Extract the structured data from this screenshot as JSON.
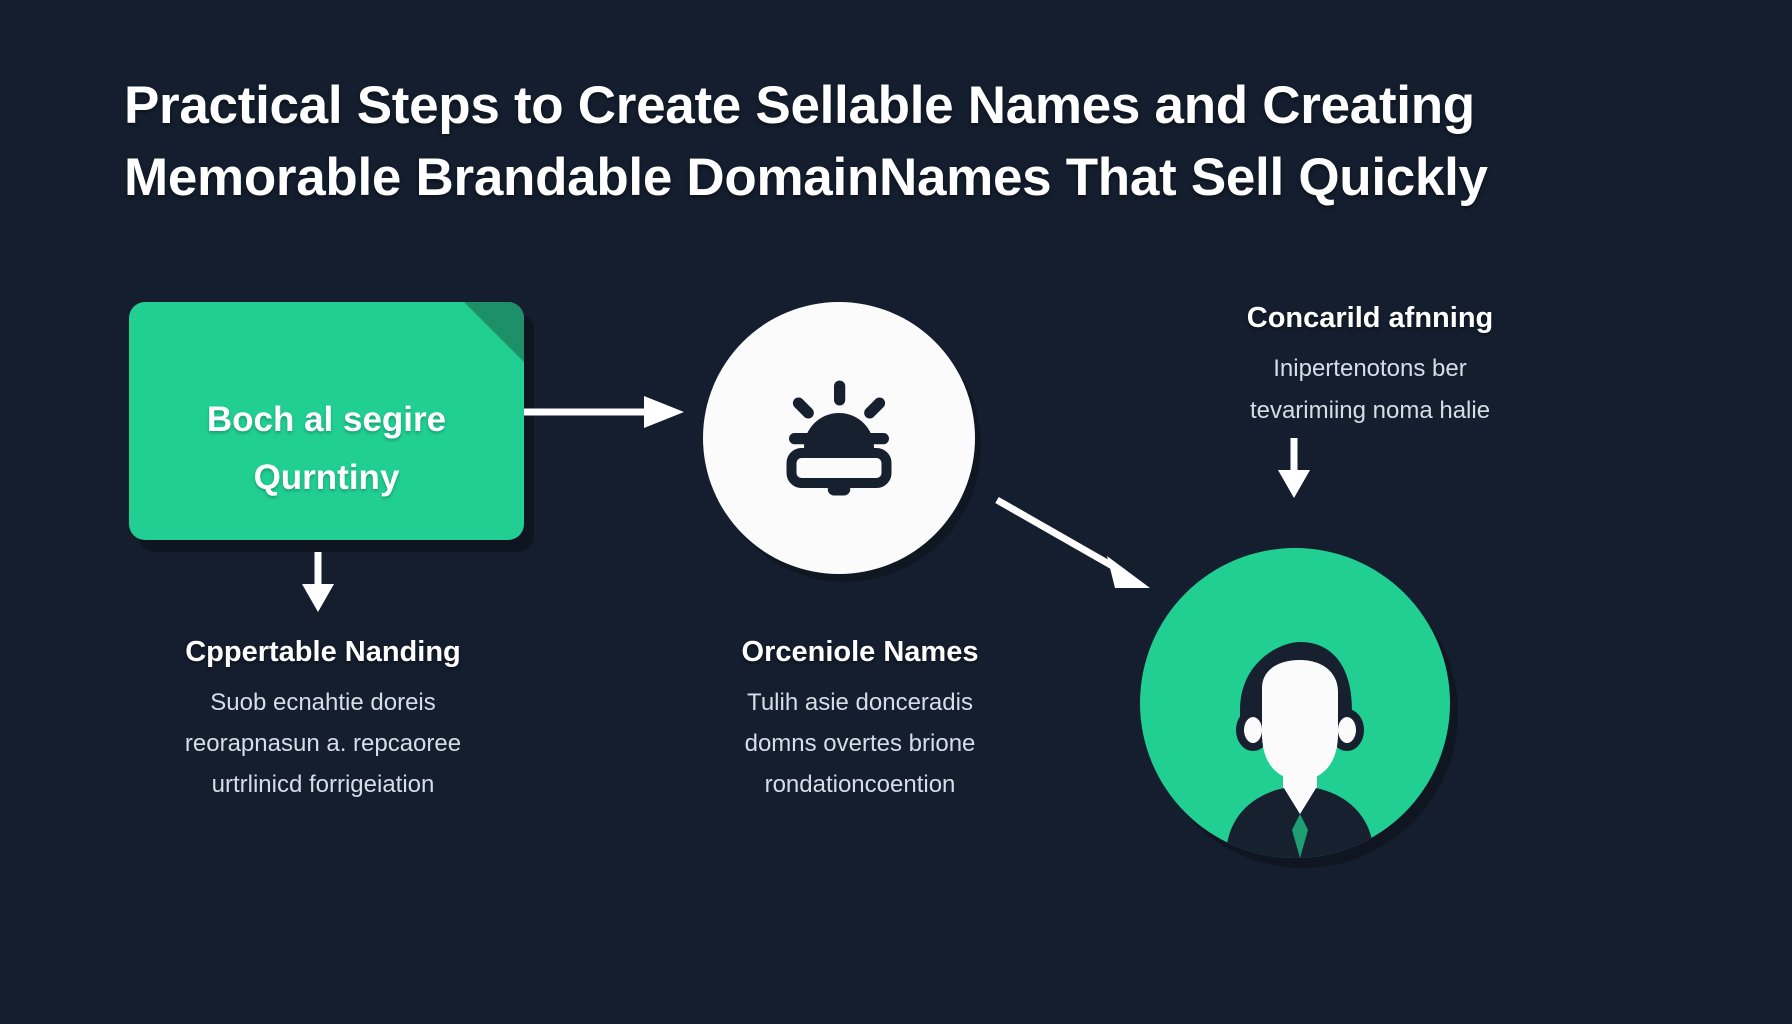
{
  "theme": {
    "background": "#141e2e",
    "accent_green": "#21cf93",
    "accent_green_dark": "#1d8f69",
    "text_primary": "#ffffff",
    "text_secondary": "#d7dde6"
  },
  "title": {
    "line1": "Practical Steps to Create Sellable Names and Creating",
    "line2": "Memorable Brandable DomainNames That Sell Quickly"
  },
  "note_card": {
    "line1": "Boch al segire",
    "line2": "Qurntiny",
    "icon": "document-fold-icon"
  },
  "idea_node": {
    "icon": "lightbulb-idea-icon"
  },
  "avatar_node": {
    "icon": "person-avatar-icon"
  },
  "arrows": [
    {
      "name": "arrow-card-to-idea",
      "direction": "right"
    },
    {
      "name": "arrow-card-to-caption",
      "direction": "down"
    },
    {
      "name": "arrow-idea-to-avatar",
      "direction": "diagonal-down-right"
    },
    {
      "name": "arrow-caption-to-avatar",
      "direction": "down"
    }
  ],
  "captions": {
    "left": {
      "heading": "Cppertable Nanding",
      "body_line1": "Suob ecnahtie doreis",
      "body_line2": "reorapnasun a. repcaoree",
      "body_line3": "urtrlinicd forrigeiation"
    },
    "middle": {
      "heading": "Orceniole Names",
      "body_line1": "Tulih asie donceradis",
      "body_line2": "domns overtes brione",
      "body_line3": "rondationcoention"
    },
    "right": {
      "heading": "Concarild afnning",
      "body_line1": "Inipertenotons ber",
      "body_line2": "tevarimiing noma halie"
    }
  }
}
